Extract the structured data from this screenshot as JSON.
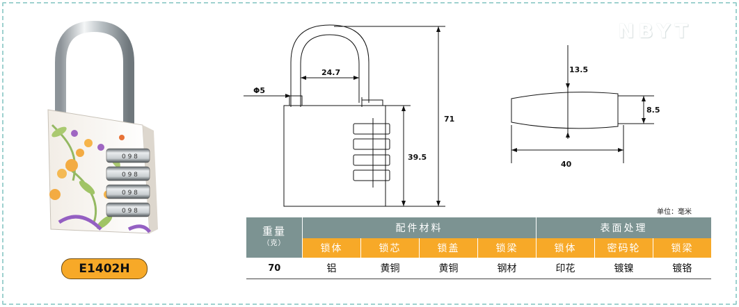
{
  "brand_watermark": "NBYT",
  "model": "E1402H",
  "drawing": {
    "dims": {
      "diameter": "Φ5",
      "shackle_inner_width": "24.7",
      "total_height": "71",
      "body_height": "39.5",
      "top_thickness": "13.5",
      "side_thickness": "8.5",
      "body_width": "40"
    }
  },
  "unit_label": "单位：毫米",
  "spec_table": {
    "weight_header": "重量",
    "weight_unit": "（克）",
    "group_materials": "配件材料",
    "group_finish": "表面处理",
    "materials_cols": [
      "锁体",
      "锁芯",
      "锁盖",
      "锁梁"
    ],
    "finish_cols": [
      "锁体",
      "密码轮",
      "锁梁"
    ],
    "weight_value": "70",
    "materials_values": [
      "铝",
      "黄铜",
      "黄铜",
      "钢材"
    ],
    "finish_values": [
      "印花",
      "镀镍",
      "镀铬"
    ]
  },
  "colors": {
    "header_gray": "#7c9392",
    "header_orange": "#f7a928",
    "frame_dashed": "#9ed1cf"
  }
}
